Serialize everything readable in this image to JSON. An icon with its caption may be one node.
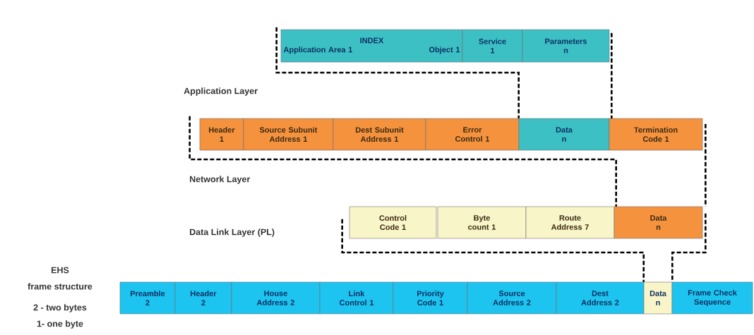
{
  "diagram": {
    "nodes": [
      {
        "text": [
          "INDEX",
          "Application Area 1",
          "Object 1"
        ]
      },
      {
        "text": [
          "Service 1"
        ]
      },
      {
        "text": [
          "Parameters n"
        ]
      },
      {
        "text": [
          "Header 1"
        ]
      },
      {
        "text": [
          "Source Subunit Address 1"
        ]
      },
      {
        "text": [
          "Dest Subunit Address 1"
        ]
      },
      {
        "text": [
          "Error Control 1"
        ]
      },
      {
        "text": [
          "Data n"
        ]
      },
      {
        "text": [
          "Termination Code 1"
        ]
      },
      {
        "text": [
          "Control Code 1"
        ]
      },
      {
        "text": [
          "Byte count 1"
        ]
      },
      {
        "text": [
          "Route Address 7"
        ]
      },
      {
        "text": [
          "Data n"
        ]
      },
      {
        "text": [
          "Preamble 2"
        ]
      },
      {
        "text": [
          "Header 2"
        ]
      },
      {
        "text": [
          "House Address 2"
        ]
      },
      {
        "text": [
          "Link Control 1"
        ]
      },
      {
        "text": [
          "Priority Code 1"
        ]
      },
      {
        "text": [
          "Source Address 2"
        ]
      },
      {
        "text": [
          "Dest Address 2"
        ]
      },
      {
        "text": [
          "Data n"
        ]
      },
      {
        "text": [
          "Frame Check Sequence"
        ]
      }
    ],
    "edges": [
      {
        "from": 0,
        "to": 7,
        "arrow": "none",
        "style": "dashed"
      },
      {
        "from": 2,
        "to": 7,
        "arrow": "none",
        "style": "dashed"
      },
      {
        "from": 3,
        "to": 12,
        "arrow": "none",
        "style": "dashed"
      },
      {
        "from": 8,
        "to": 12,
        "arrow": "none",
        "style": "dashed"
      },
      {
        "from": 9,
        "to": 20,
        "arrow": "none",
        "style": "dashed"
      },
      {
        "from": 12,
        "to": 20,
        "arrow": "none",
        "style": "dashed"
      }
    ],
    "labels": [
      "Application Layer",
      "Network Layer",
      "Data Link Layer (PL)",
      "EHS",
      "frame structure",
      "2 - two bytes",
      "1- one byte"
    ]
  }
}
